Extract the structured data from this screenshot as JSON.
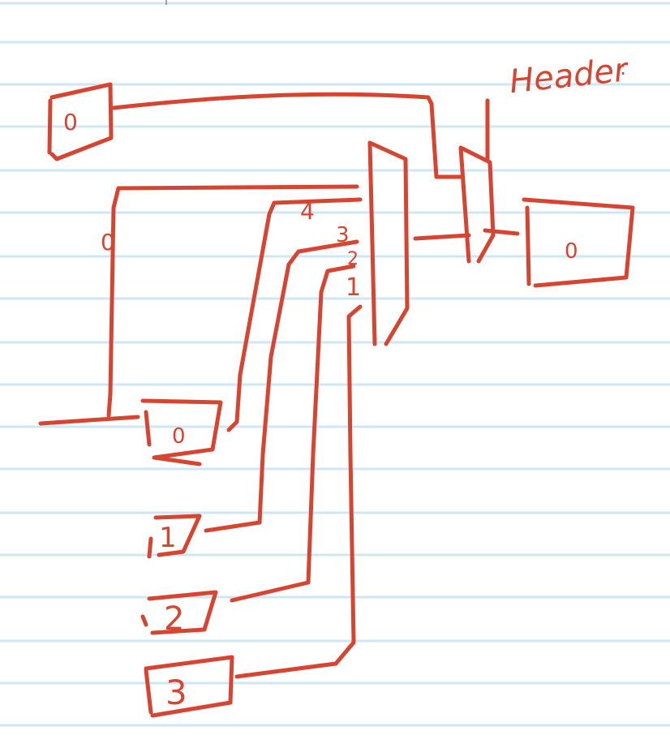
{
  "note": {
    "title": "Header",
    "title_suffix": ":",
    "ink_color": "#d64532",
    "ruled_line_color": "#cfe6f5",
    "paper_color": "#ffffff"
  },
  "blocks": {
    "top_input": "0",
    "output": "0",
    "register": "0",
    "in_one": "1",
    "in_two": "2",
    "in_three": "3",
    "feedback_wire": "0"
  },
  "mux_ports": [
    "4",
    "3",
    "2",
    "1"
  ]
}
